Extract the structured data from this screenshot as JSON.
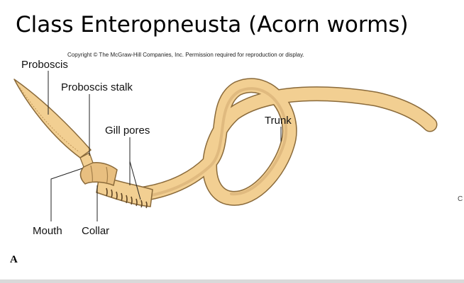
{
  "slide": {
    "title": "Class Enteropneusta (Acorn worms)",
    "copyright": "Copyright © The McGraw-Hill Companies, Inc. Permission required for reproduction or display.",
    "figure_letter": "A",
    "side_letter": "C"
  },
  "labels": {
    "proboscis": "Proboscis",
    "proboscis_stalk": "Proboscis stalk",
    "gill_pores": "Gill pores",
    "trunk": "Trunk",
    "mouth": "Mouth",
    "collar": "Collar"
  },
  "colors": {
    "body_fill": "#f2cf92",
    "body_outline": "#8a6a3a",
    "body_shade": "#c9a062",
    "collar_fill": "#e8bf80",
    "leader_line": "#222222"
  }
}
